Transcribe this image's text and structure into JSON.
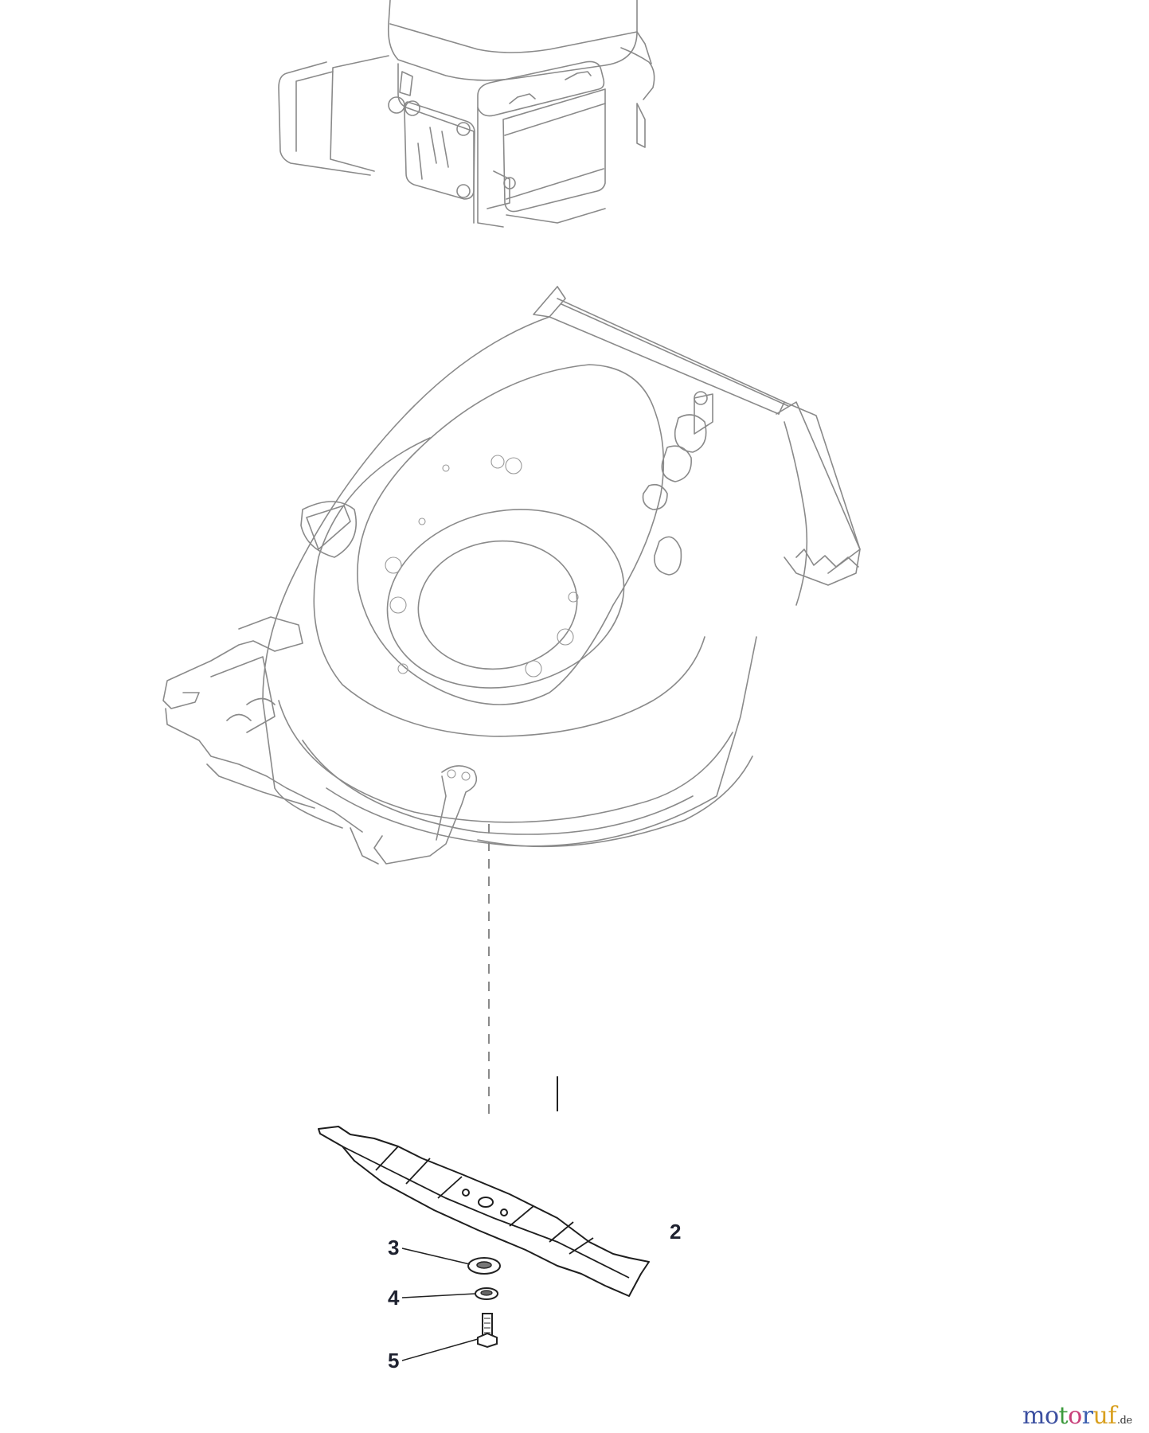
{
  "diagram": {
    "title": "",
    "components": [
      {
        "id": "engine",
        "label": "engine"
      },
      {
        "id": "deck",
        "label": "mower-deck"
      },
      {
        "id": "blade",
        "label": "blade"
      },
      {
        "id": "washer",
        "label": "washer"
      },
      {
        "id": "lock-washer",
        "label": "lock-washer"
      },
      {
        "id": "bolt",
        "label": "blade-bolt"
      }
    ],
    "callouts": [
      {
        "number": "2",
        "part": "blade"
      },
      {
        "number": "3",
        "part": "washer"
      },
      {
        "number": "4",
        "part": "lock-washer"
      },
      {
        "number": "5",
        "part": "blade-bolt"
      }
    ]
  },
  "watermark": {
    "letters": [
      {
        "char": "m",
        "color": "#3b4fa0"
      },
      {
        "char": "o",
        "color": "#3b4fa0"
      },
      {
        "char": "t",
        "color": "#3c9a3c"
      },
      {
        "char": "o",
        "color": "#c8407a"
      },
      {
        "char": "r",
        "color": "#3b5fb0"
      },
      {
        "char": "u",
        "color": "#d9a020"
      },
      {
        "char": "f",
        "color": "#d9a020"
      }
    ],
    "tld": ".de"
  }
}
